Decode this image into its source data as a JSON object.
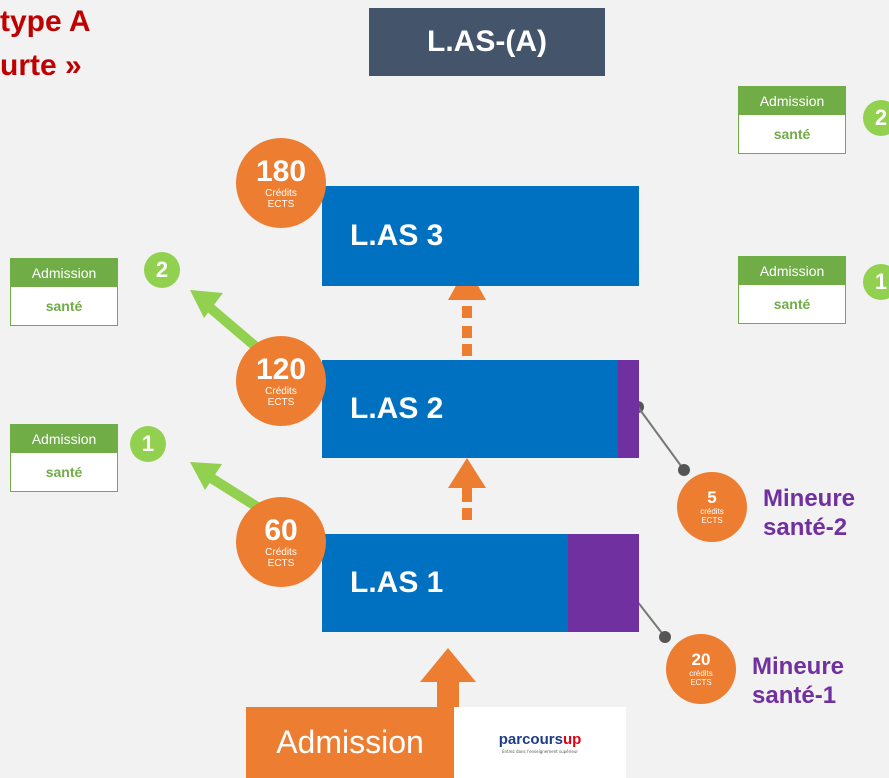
{
  "header": {
    "line1": "type A",
    "line2": "urte »",
    "diagram_title": "L.AS-(A)"
  },
  "las": [
    {
      "label": "L.AS 1",
      "credits": "60",
      "unit1": "Crédits",
      "unit2": "ECTS"
    },
    {
      "label": "L.AS 2",
      "credits": "120",
      "unit1": "Crédits",
      "unit2": "ECTS"
    },
    {
      "label": "L.AS 3",
      "credits": "180",
      "unit1": "Crédits",
      "unit2": "ECTS"
    }
  ],
  "admissions": [
    {
      "top": "Admission",
      "bottom": "santé",
      "num": "1"
    },
    {
      "top": "Admission",
      "bottom": "santé",
      "num": "2"
    },
    {
      "top": "Admission",
      "bottom": "santé",
      "num": "2"
    },
    {
      "top": "Admission",
      "bottom": "santé",
      "num": "1"
    }
  ],
  "minors": [
    {
      "credits": "5",
      "unit1": "crédits",
      "unit2": "ECTS",
      "line1": "Mineure",
      "line2": "santé-2"
    },
    {
      "credits": "20",
      "unit1": "crédits",
      "unit2": "ECTS",
      "line1": "Mineure",
      "line2": "santé-1"
    }
  ],
  "footer": {
    "admission_label": "Admission",
    "logo_part1": "parcours",
    "logo_part2": "up",
    "logo_tagline": "Entrez dans l'enseignement supérieur"
  },
  "colors": {
    "blue": "#0070c0",
    "orange": "#ed7d31",
    "purple": "#7030a0",
    "green": "#70ad47",
    "light_green": "#92d050",
    "slate": "#44546a",
    "red": "#c00000"
  }
}
